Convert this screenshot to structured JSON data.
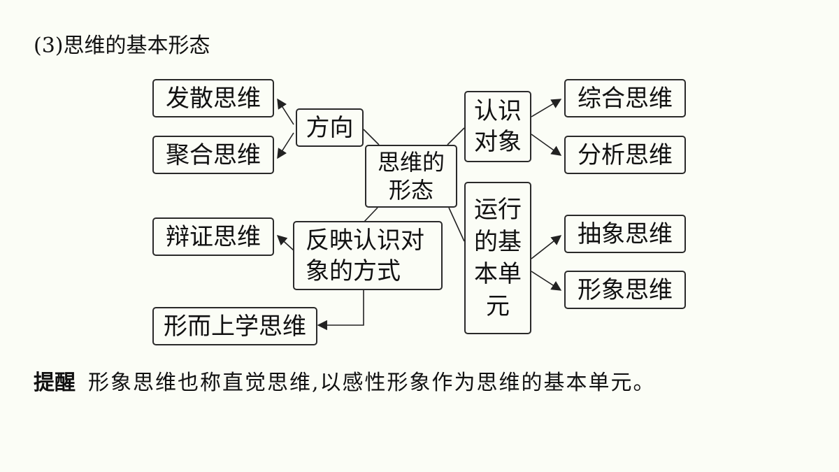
{
  "heading": "(3)思维的基本形态",
  "diagram": {
    "center": "思维的形态",
    "branches": {
      "direction": {
        "label": "方向",
        "children": [
          "发散思维",
          "聚合思维"
        ]
      },
      "reflection": {
        "label": "反映认识对象的方式",
        "children": [
          "辩证思维",
          "形而上学思维"
        ]
      },
      "object": {
        "label": "认识对象",
        "children": [
          "综合思维",
          "分析思维"
        ]
      },
      "unit": {
        "label": "运行的基本单元",
        "children": [
          "抽象思维",
          "形象思维"
        ]
      }
    }
  },
  "tip": {
    "label": "提醒",
    "text": "形象思维也称直觉思维,以感性形象作为思维的基本单元。"
  }
}
